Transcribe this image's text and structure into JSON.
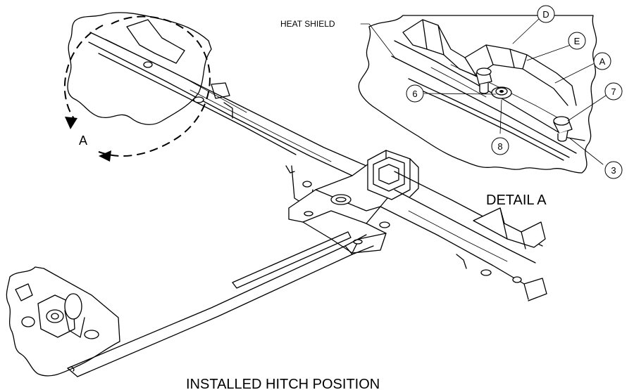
{
  "labels": {
    "heat_shield": "HEAT SHIELD",
    "detail_title": "DETAIL  A",
    "view_marker": "A",
    "installed_caption": "INSTALLED HITCH POSITION"
  },
  "callouts": {
    "D": "D",
    "E": "E",
    "A": "A",
    "c7": "7",
    "c6": "6",
    "c8": "8",
    "c3": "3"
  }
}
